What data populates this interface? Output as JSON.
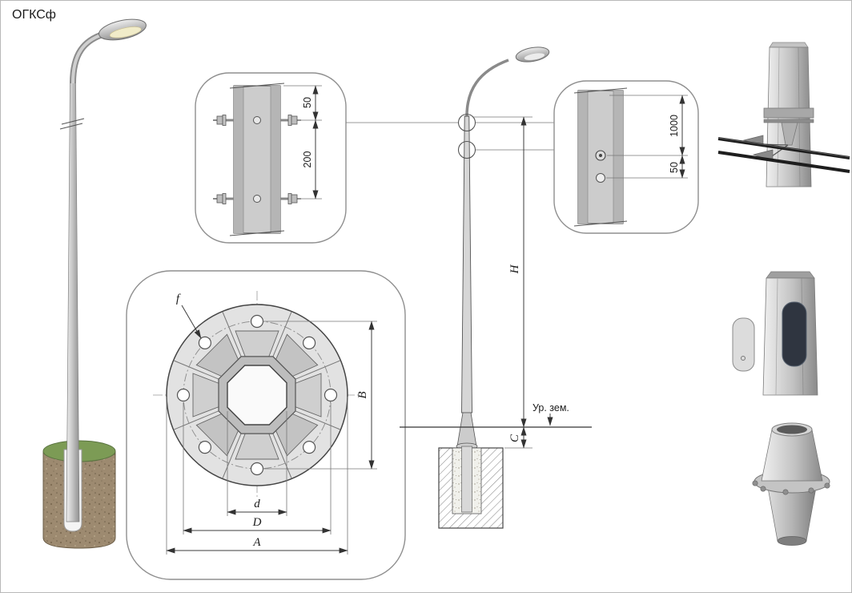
{
  "title": "ОГКСф",
  "detail_top": {
    "dim_offset": "50",
    "dim_spacing": "200"
  },
  "detail_right": {
    "dim_height": "1000",
    "dim_offset": "50"
  },
  "flange": {
    "hole_label": "f",
    "dim_B": "B",
    "dim_d": "d",
    "dim_D": "D",
    "dim_A": "A"
  },
  "elevation": {
    "dim_H": "H",
    "dim_C": "C",
    "ground_label": "Ур. зем."
  },
  "colors": {
    "metal": "#c8c8c8",
    "grass": "#7c9b55",
    "soil": "#9d8a70",
    "lamp_glow": "#f1ecc9",
    "line": "#444444"
  }
}
